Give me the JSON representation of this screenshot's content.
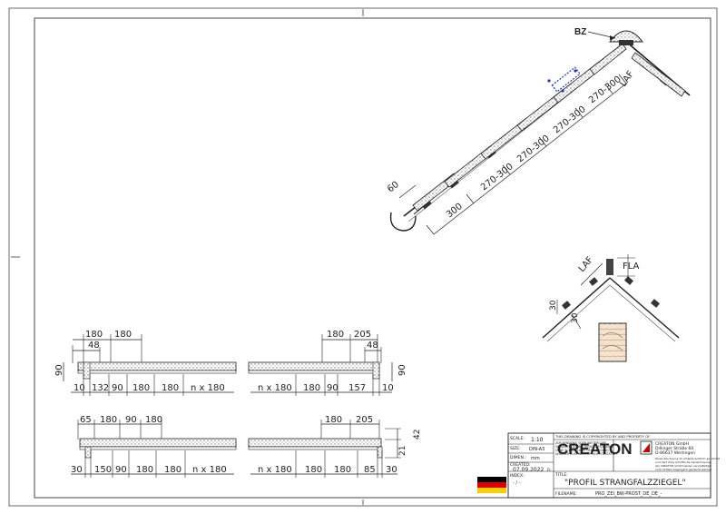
{
  "side_view": {
    "bz_label": "BZ",
    "laf_label": "LAF",
    "eave_dim": "60",
    "dims": [
      "300",
      "270-300",
      "270-300",
      "270-300",
      "270-300"
    ]
  },
  "ridge_detail": {
    "laf_label": "LAF",
    "fla_label": "FLA",
    "dim_left": "30",
    "dim_bottom": "30"
  },
  "row1_left": {
    "top_dims": [
      "180",
      "180"
    ],
    "top_dim2": "48",
    "height_dim": "90",
    "bottom_dims": [
      "10",
      "132",
      "90",
      "180",
      "180",
      "n x 180"
    ]
  },
  "row1_right": {
    "top_dims": [
      "180",
      "205"
    ],
    "top_dim2": "48",
    "height_dim": "90",
    "bottom_dims": [
      "n x 180",
      "180",
      "90",
      "157",
      "10"
    ]
  },
  "row2_left": {
    "top_dims": [
      "65",
      "180",
      "90",
      "180"
    ],
    "bottom_dims": [
      "30",
      "150",
      "90",
      "180",
      "180",
      "n x 180"
    ]
  },
  "row2_right": {
    "top_dims": [
      "180",
      "205"
    ],
    "height_dims": [
      "42",
      "21"
    ],
    "bottom_dims": [
      "n x 180",
      "180",
      "180",
      "85",
      "30"
    ]
  },
  "title_block": {
    "scale_label": "SCALE:",
    "scale_value": "1:10",
    "size_label": "SIZE:",
    "size_value": "DIN-A3",
    "dimen_label": "DIMEN.:",
    "dimen_value": "mm",
    "created_label": "CREATED:",
    "created_value": "07.09.2022",
    "created_suffix": "Fr.",
    "index_label": "INDEX:",
    "index_value": "- / -",
    "copyright_text": "THIS DRAWING IS COPYRIGHTED BY AND PROPERTY OF",
    "legal_lines": [
      "ZUR KENNTNIS ODER WEITERGABE",
      "VERVIELFALTIGUNG DIESER ZEICHNUNG",
      "OHNE SCHRIFTLICHE GENEHMIGUNG",
      "UNSERER ZUSTIMMUNG NICHT GESTATTET"
    ],
    "brand": "CREATON",
    "company_lines": [
      "CREATON GmbH",
      "Dillinger Straße 60",
      "D-86637 Wertingen"
    ],
    "disclaimer_lines": [
      "Diese Zeichnung ist urheberrechtlich geschützt",
      "und darf ohne schriftliche Genehmigung",
      "der CREATON GmbH weder vervielfältigt",
      "noch Dritten zugänglich gemacht werden."
    ],
    "title_label": "TITLE:",
    "title": "\"PROFIL STRANGFALZZIEGEL\"",
    "filename_label": "FILENAME:",
    "filename": "PRO_ZEI_BW-PROST_DE_DE_-"
  },
  "colors": {
    "line": "#222222",
    "flag_black": "#000000",
    "flag_red": "#dd0000",
    "flag_gold": "#ffce00",
    "highlight": "#2233cc",
    "wood": "#f3e3cf"
  }
}
